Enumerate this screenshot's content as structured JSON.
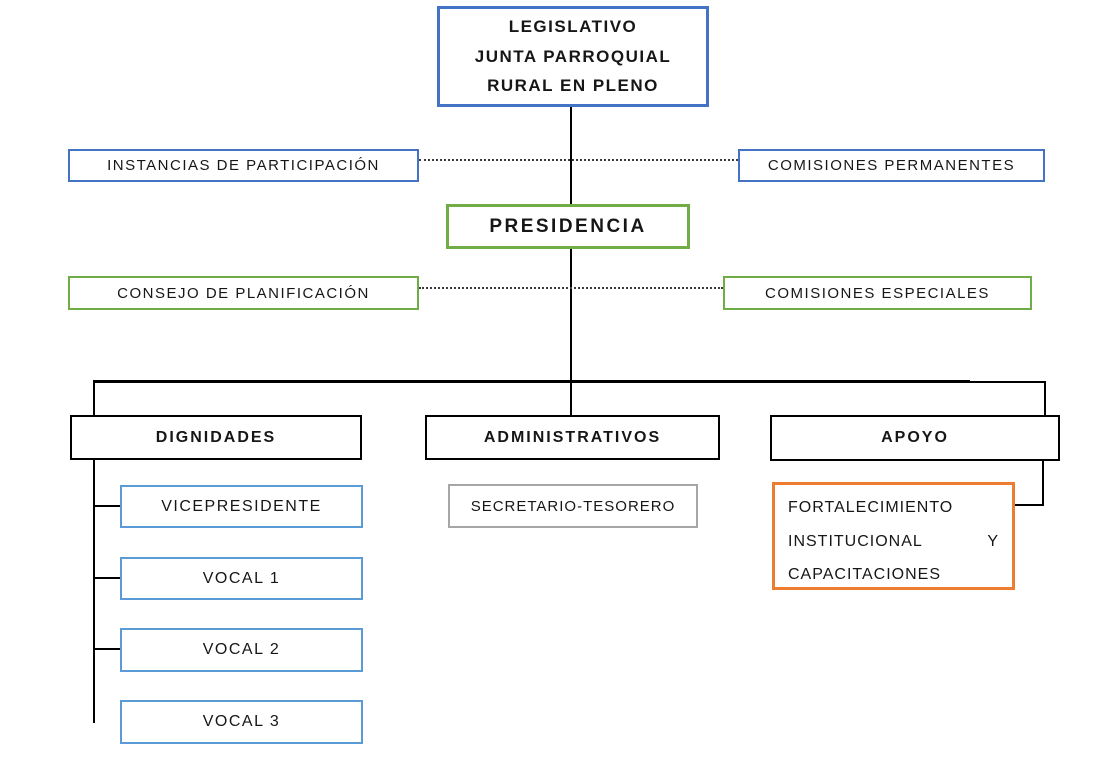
{
  "diagram_type": "org-chart",
  "colors": {
    "blue": "#4472C4",
    "light_blue": "#5B9BD5",
    "green": "#70AD47",
    "orange": "#ED7D31",
    "gray": "#A6A6A6",
    "line_black": "#000000"
  },
  "nodes": {
    "legislativo": {
      "label": "LEGISLATIVO\nJUNTA PARROQUIAL\nRURAL EN PLENO",
      "border_color": "#4472C4"
    },
    "instancias_participacion": {
      "label": "INSTANCIAS DE PARTICIPACIÓN",
      "border_color": "#4472C4"
    },
    "comisiones_permanentes": {
      "label": "COMISIONES PERMANENTES",
      "border_color": "#4472C4"
    },
    "presidencia": {
      "label": "PRESIDENCIA",
      "border_color": "#70AD47"
    },
    "consejo_planificacion": {
      "label": "CONSEJO DE PLANIFICACIÓN",
      "border_color": "#70AD47"
    },
    "comisiones_especiales": {
      "label": "COMISIONES ESPECIALES",
      "border_color": "#70AD47"
    },
    "dignidades": {
      "label": "DIGNIDADES",
      "border_color": "#000000"
    },
    "administrativos": {
      "label": "ADMINISTRATIVOS",
      "border_color": "#000000"
    },
    "apoyo": {
      "label": "APOYO",
      "border_color": "#000000"
    },
    "vicepresidente": {
      "label": "VICEPRESIDENTE",
      "border_color": "#5B9BD5"
    },
    "vocal1": {
      "label": "VOCAL 1",
      "border_color": "#5B9BD5"
    },
    "vocal2": {
      "label": "VOCAL 2",
      "border_color": "#5B9BD5"
    },
    "vocal3": {
      "label": "VOCAL 3",
      "border_color": "#5B9BD5"
    },
    "secretario_tesorero": {
      "label": "SECRETARIO-TESORERO",
      "border_color": "#A6A6A6"
    },
    "fortalecimiento": {
      "label": "FORTALECIMIENTO INSTITUCIONAL Y CAPACITACIONES",
      "border_color": "#ED7D31"
    }
  }
}
